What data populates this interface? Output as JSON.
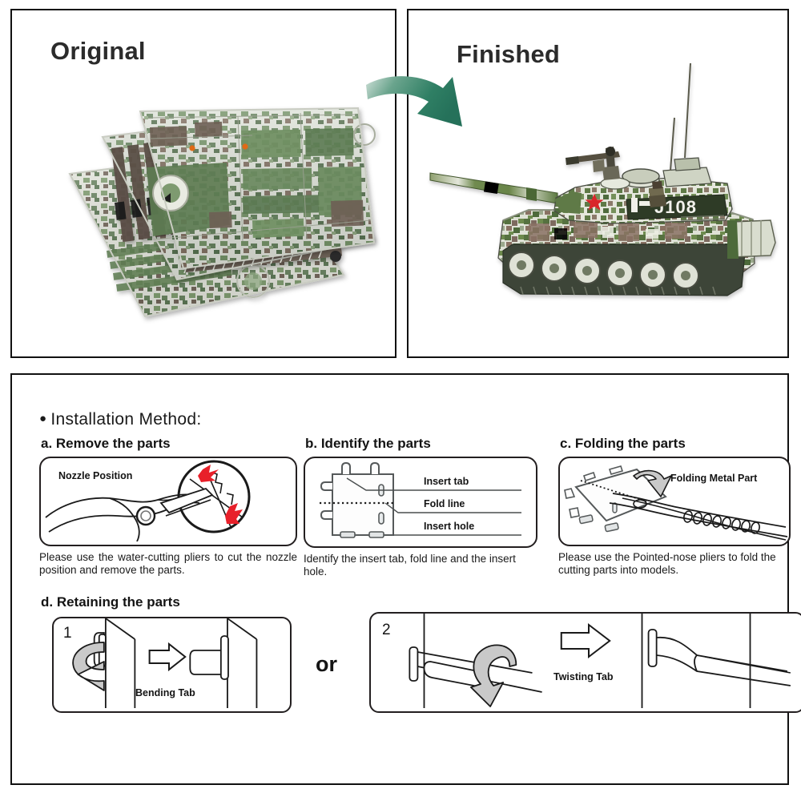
{
  "page": {
    "background": "#ffffff",
    "frame_color": "#111111",
    "accent_arrow_color": "#2c7a5d",
    "accent_arrow_color_light": "#bcd9cf",
    "highlight_red": "#e8202a"
  },
  "top": {
    "original": {
      "title": "Original",
      "image_alt": "three stacked green camouflage metal model part sheets"
    },
    "finished": {
      "title": "Finished",
      "image_alt": "assembled digital-camouflage main battle tank model",
      "hull_marking": "J108"
    },
    "arrow": {
      "icon": "curved-arrow-icon",
      "direction": "right-down"
    }
  },
  "instructions": {
    "heading": "Installation Method:",
    "heading_bullet": "●",
    "steps": [
      {
        "key": "a",
        "title": "a. Remove the parts",
        "diagram_label": "Nozzle Position",
        "caption": "Please use the water-cutting pliers to cut the nozzle position and remove the parts."
      },
      {
        "key": "b",
        "title": "b. Identify the parts",
        "labels": [
          "Insert tab",
          "Fold line",
          "Insert hole"
        ],
        "caption": "Identify the insert tab, fold line and the insert hole."
      },
      {
        "key": "c",
        "title": "c. Folding the parts",
        "diagram_label": "Folding Metal Part",
        "caption": "Please use the Pointed-nose pliers to fold the cutting parts into models."
      }
    ],
    "retaining": {
      "title": "d. Retaining the parts",
      "or_label": "or",
      "options": [
        {
          "number": "1",
          "label": "Bending Tab"
        },
        {
          "number": "2",
          "label": "Twisting Tab"
        }
      ]
    }
  }
}
